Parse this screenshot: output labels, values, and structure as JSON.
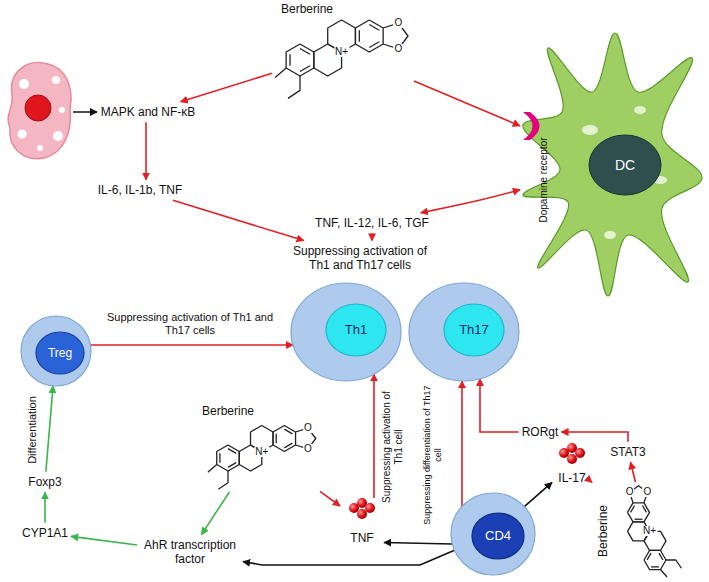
{
  "diagram": {
    "nodes": [
      {
        "text": [
          "Berberine"
        ]
      },
      {
        "text": [
          "MAPK and NF-κB"
        ]
      },
      {
        "text": [
          "Dopamine receptor",
          "DC"
        ]
      },
      {
        "text": [
          "IL-6, IL-1b, TNF"
        ]
      },
      {
        "text": [
          "TNF, IL-12, IL-6, TGF"
        ]
      },
      {
        "text": [
          "Suppressing activation of Th1 and Th17 cells"
        ]
      },
      {
        "text": [
          "Treg"
        ]
      },
      {
        "text": [
          "Th1"
        ]
      },
      {
        "text": [
          "Th17"
        ]
      },
      {
        "text": [
          "Berberine"
        ]
      },
      {
        "text": [
          "Foxp3"
        ]
      },
      {
        "text": [
          "RORgt"
        ]
      },
      {
        "text": [
          "TNF"
        ]
      },
      {
        "text": [
          "STAT3"
        ]
      },
      {
        "text": [
          "IL-17"
        ]
      },
      {
        "text": [
          "CYP1A1"
        ]
      },
      {
        "text": [
          "CD4"
        ]
      },
      {
        "text": [
          "AhR transcription factor"
        ]
      },
      {
        "text": [
          "Berberine"
        ]
      }
    ],
    "edges": [
      {
        "from": 0,
        "to": 1,
        "arrow": "to"
      },
      {
        "from": 0,
        "to": 2,
        "arrow": "to"
      },
      {
        "from": 1,
        "to": 3,
        "arrow": "to"
      },
      {
        "from": 2,
        "to": 4,
        "arrow": "both"
      },
      {
        "from": 3,
        "to": 5,
        "arrow": "to"
      },
      {
        "from": 4,
        "to": 5,
        "arrow": "to"
      },
      {
        "from": 6,
        "to": 7,
        "label": "Suppressing activation of Th1 and Th17 cells",
        "arrow": "to"
      },
      {
        "from": 10,
        "to": 6,
        "label": "Differentiation",
        "arrow": "to"
      },
      {
        "from": 15,
        "to": 10,
        "arrow": "to"
      },
      {
        "from": 17,
        "to": 15,
        "arrow": "to"
      },
      {
        "from": 9,
        "to": 17,
        "arrow": "to"
      },
      {
        "from": 9,
        "to": 12,
        "arrow": "to"
      },
      {
        "from": 12,
        "to": 7,
        "label": "Suppressing activation of Th1 cell",
        "arrow": "to"
      },
      {
        "from": 16,
        "to": 8,
        "label": "Suppressing differentiation of Th17 cell",
        "arrow": "to"
      },
      {
        "from": 16,
        "to": 12,
        "arrow": "to"
      },
      {
        "from": 16,
        "to": 14,
        "arrow": "to"
      },
      {
        "from": 16,
        "to": 17,
        "arrow": "to"
      },
      {
        "from": 13,
        "to": 11,
        "arrow": "to"
      },
      {
        "from": 11,
        "to": 8,
        "arrow": "to"
      },
      {
        "from": 18,
        "to": 13,
        "arrow": "to"
      },
      {
        "from": 18,
        "to": 14,
        "arrow": "to"
      }
    ],
    "labels": [
      "O",
      "O",
      "N+",
      "O",
      "O",
      "N+",
      "O",
      "O",
      "N+"
    ]
  }
}
